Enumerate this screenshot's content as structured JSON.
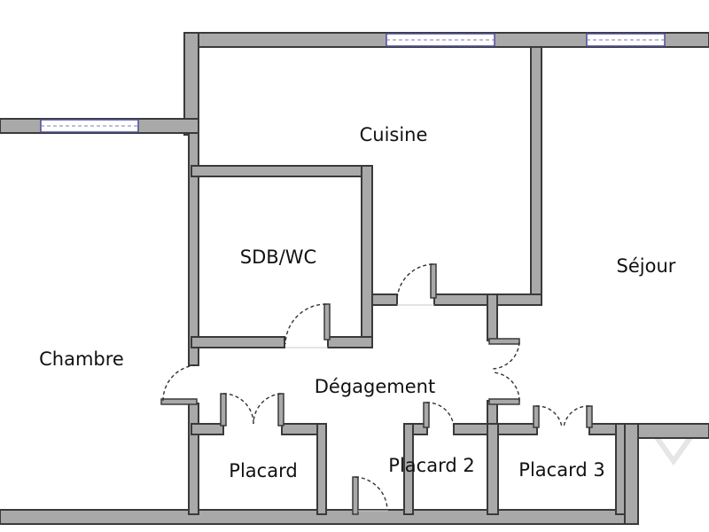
{
  "rooms": {
    "cuisine": "Cuisine",
    "sdb_wc": "SDB/WC",
    "sejour": "Séjour",
    "chambre": "Chambre",
    "degagement": "Dégagement",
    "placard_1": "Placard",
    "placard_2": "Placard 2",
    "placard_3": "Placard 3"
  },
  "colors": {
    "wall_fill": "#a9a9a9",
    "wall_stroke": "#3a3a3a",
    "window": "#4a4a9a",
    "background": "#ffffff"
  }
}
